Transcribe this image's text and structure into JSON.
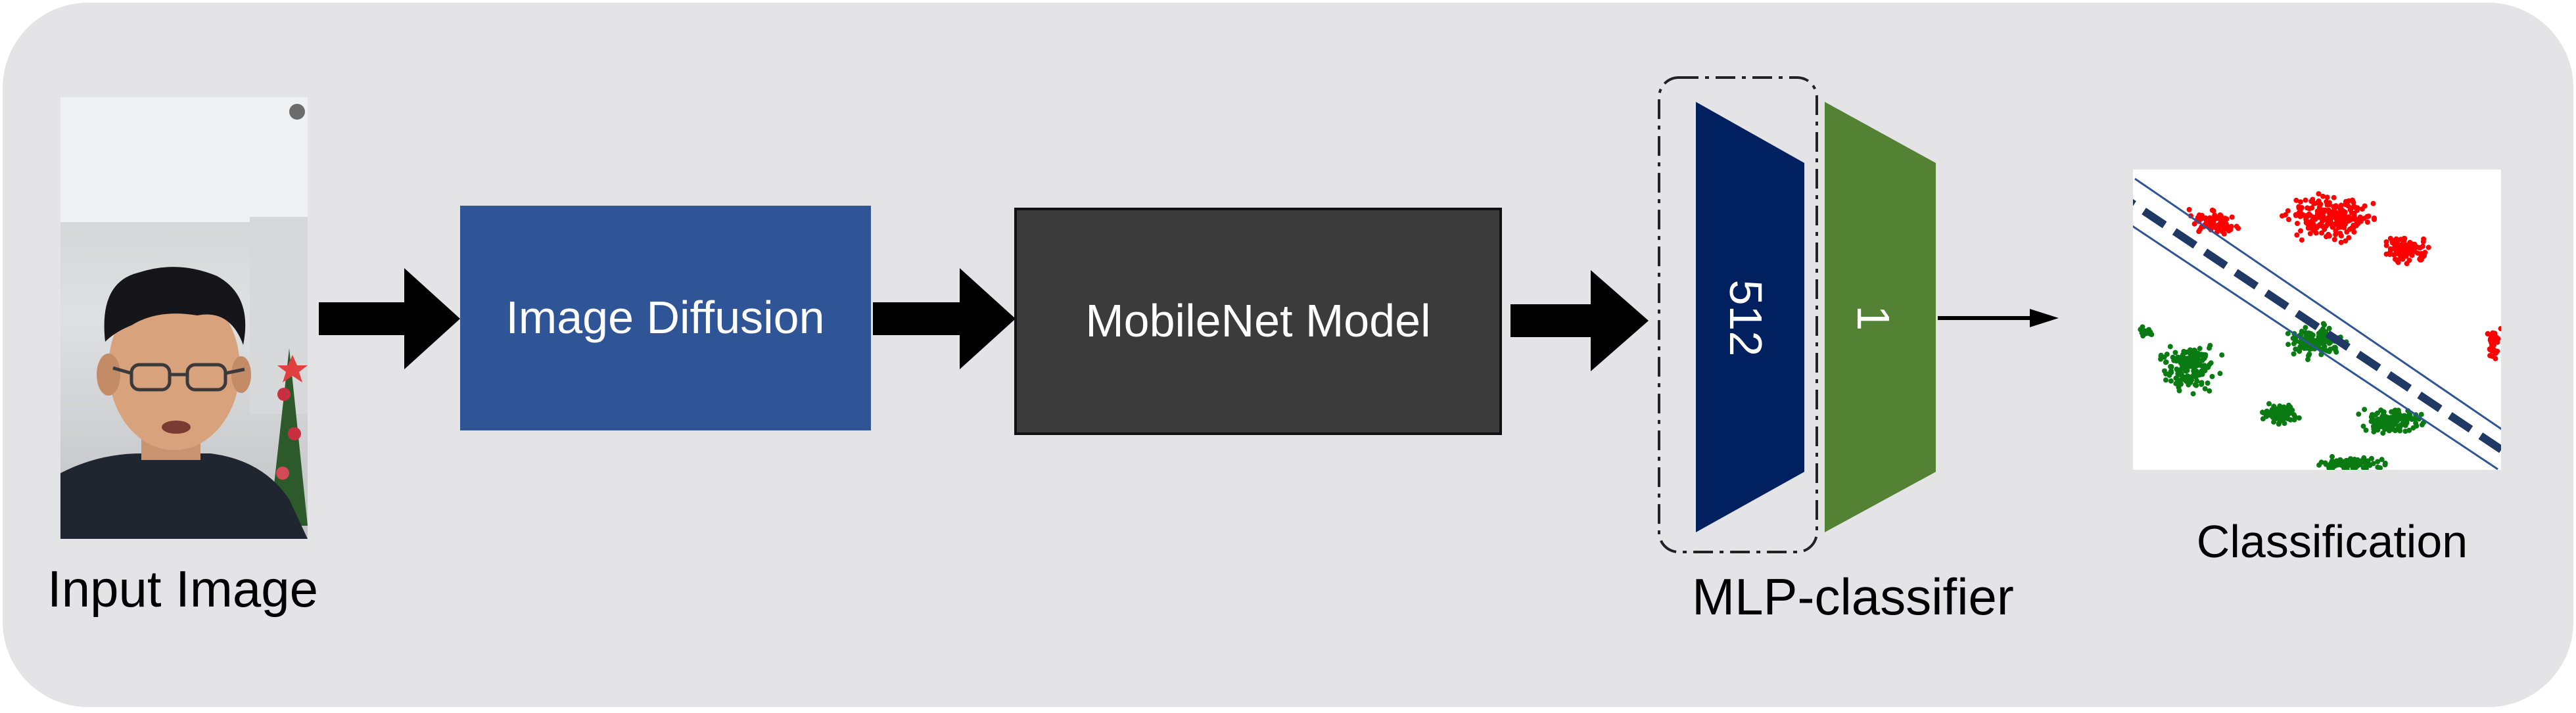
{
  "labels": {
    "input": "Input Image",
    "diffusion": "Image Diffusion",
    "mobilenet": "MobileNet Model",
    "mlp": "MLP-classifier",
    "layer1": "512",
    "layer2": "1",
    "classification": "Classification"
  },
  "colors": {
    "panel": "#e4e4e6",
    "diffusion_box": "#2f5597",
    "mobilenet_box": "#3b3b3b",
    "layer1": "#002060",
    "layer2": "#548235",
    "arrow": "#000000",
    "class_red": "#ff0000",
    "class_green": "#0a7a12",
    "boundary_dashed": "#1f3864",
    "boundary_thin": "#2f5597"
  },
  "icons": [
    "person-photo",
    "red-cluster",
    "green-cluster"
  ]
}
